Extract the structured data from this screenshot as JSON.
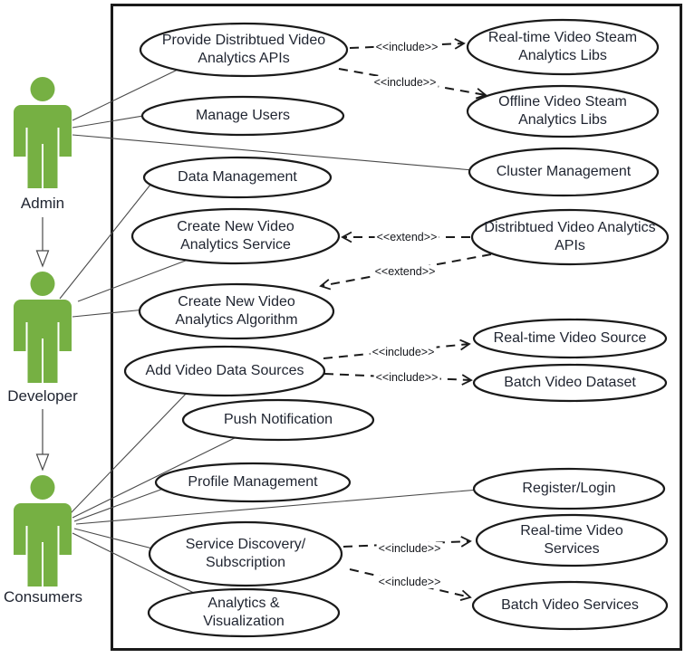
{
  "colors": {
    "actor_green": "#76b043",
    "diagram_line": "#1a1a1a",
    "association_line": "#4a4a4a",
    "text": "#1f2430"
  },
  "actors": {
    "admin": "Admin",
    "developer": "Developer",
    "consumers": "Consumers"
  },
  "use_cases": {
    "provide_apis": "Provide Distribtued Video\nAnalytics APIs",
    "manage_users": "Manage Users",
    "data_management": "Data Management",
    "create_service": "Create New Video\nAnalytics Service",
    "create_algorithm": "Create New Video\nAnalytics Algorithm",
    "add_video_sources": "Add Video Data Sources",
    "push_notification": "Push Notification",
    "profile_management": "Profile Management",
    "service_discovery": "Service Discovery/\nSubscription",
    "analytics_visualization": "Analytics &\nVisualization",
    "rt_steam_libs": "Real-time Video Steam\nAnalytics Libs",
    "offline_steam_libs": "Offline Video Steam\nAnalytics Libs",
    "cluster_management": "Cluster Management",
    "dist_apis": "Distribtued Video Analytics\nAPIs",
    "rt_video_source": "Real-time Video Source",
    "batch_video_dataset": "Batch Video Dataset",
    "register_login": "Register/Login",
    "rt_video_services": "Real-time Video\nServices",
    "batch_video_services": "Batch Video Services"
  },
  "connector_labels": [
    "<<include>>",
    "<<include>>",
    "<<extend>>",
    "<<extend>>",
    "<<include>>",
    "<<include>>",
    "<<include>>",
    "<<include>>"
  ],
  "associations": [
    {
      "from": "Admin",
      "to": "Provide Distribtued Video Analytics APIs"
    },
    {
      "from": "Admin",
      "to": "Manage Users"
    },
    {
      "from": "Admin",
      "to": "Cluster Management"
    },
    {
      "from": "Developer",
      "to": "Data Management"
    },
    {
      "from": "Developer",
      "to": "Create New Video Analytics Service"
    },
    {
      "from": "Developer",
      "to": "Create New Video Analytics Algorithm"
    },
    {
      "from": "Consumers",
      "to": "Add Video Data Sources"
    },
    {
      "from": "Consumers",
      "to": "Push Notification"
    },
    {
      "from": "Consumers",
      "to": "Profile Management"
    },
    {
      "from": "Consumers",
      "to": "Register/Login"
    },
    {
      "from": "Consumers",
      "to": "Service Discovery/Subscription"
    },
    {
      "from": "Consumers",
      "to": "Analytics & Visualization"
    }
  ],
  "generalizations": [
    {
      "from": "Admin",
      "to": "Developer"
    },
    {
      "from": "Developer",
      "to": "Consumers"
    }
  ],
  "stereotyped_edges": [
    {
      "from": "Provide Distribtued Video Analytics APIs",
      "to": "Real-time Video Steam Analytics Libs",
      "type": "include"
    },
    {
      "from": "Provide Distribtued Video Analytics APIs",
      "to": "Offline Video Steam Analytics Libs",
      "type": "include"
    },
    {
      "from": "Distribtued Video Analytics APIs",
      "to": "Create New Video Analytics Service",
      "type": "extend"
    },
    {
      "from": "Distribtued Video Analytics APIs",
      "to": "Create New Video Analytics Algorithm",
      "type": "extend"
    },
    {
      "from": "Add Video Data Sources",
      "to": "Real-time Video Source",
      "type": "include"
    },
    {
      "from": "Add Video Data Sources",
      "to": "Batch Video Dataset",
      "type": "include"
    },
    {
      "from": "Service Discovery/Subscription",
      "to": "Real-time Video Services",
      "type": "include"
    },
    {
      "from": "Service Discovery/Subscription",
      "to": "Batch Video Services",
      "type": "include"
    }
  ]
}
